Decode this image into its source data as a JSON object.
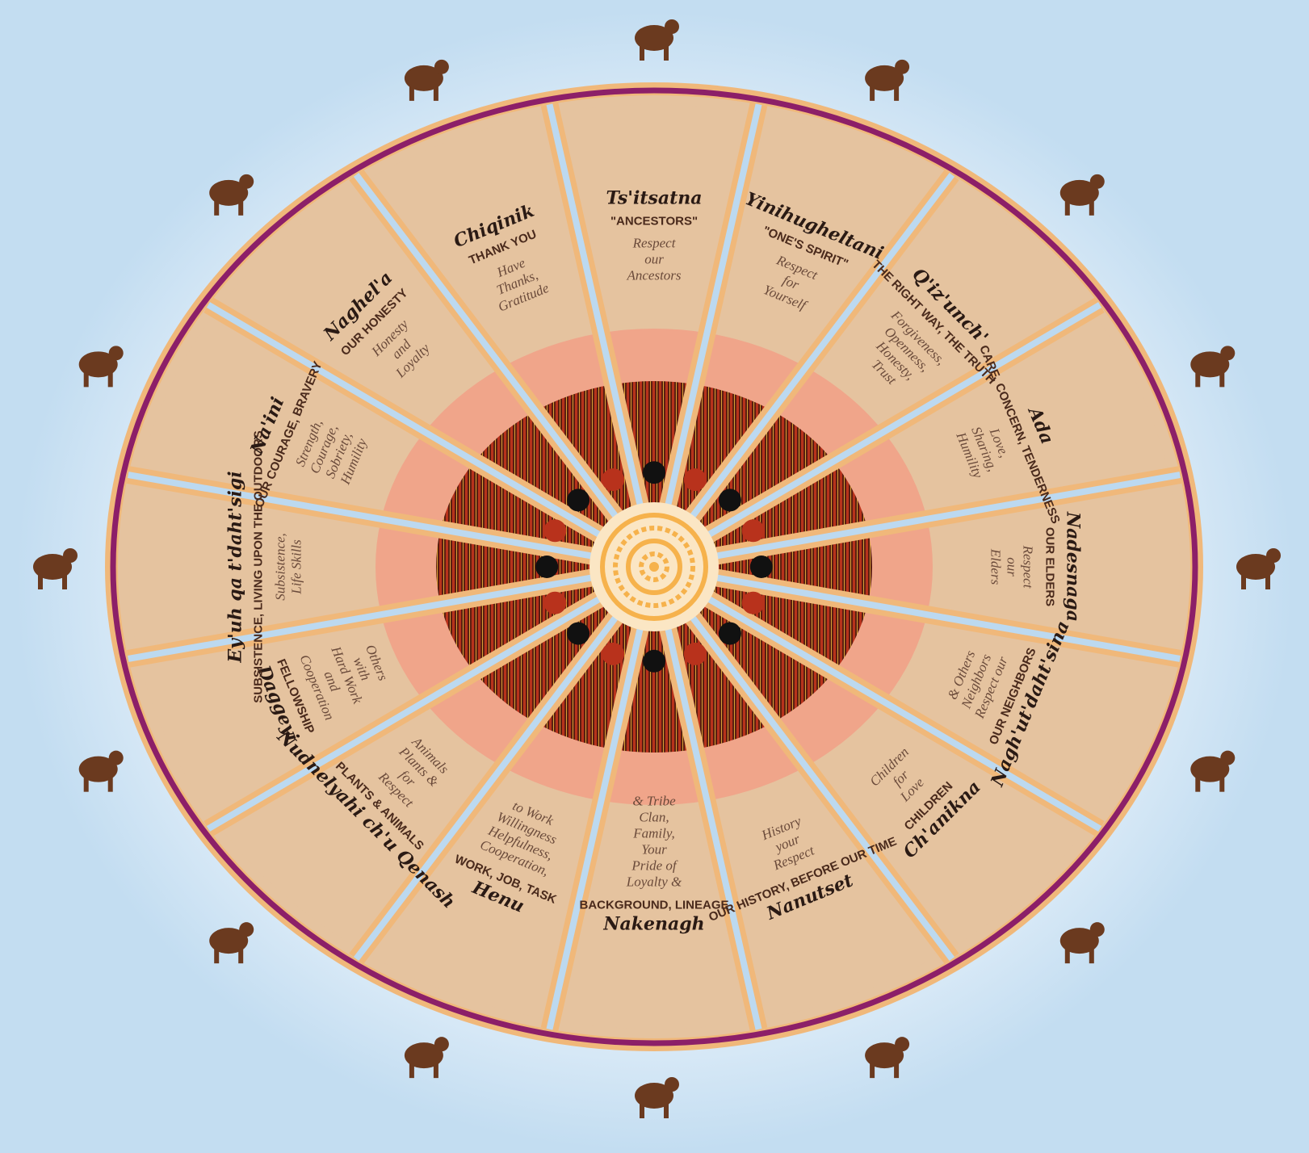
{
  "colors": {
    "background": "#c3ddf1",
    "cloud": "#e6f1fa",
    "cloud_shadow": "#8fbbe0",
    "rim": "#f0b87a",
    "ring_purple": "#8c1f68",
    "segment_fill": "#e5c39f",
    "divider_blue": "#bcd9f0",
    "salmon_ring": "#f0a58a",
    "pattern_dark": "#5a1e10",
    "pattern_red": "#b8321c",
    "pattern_gold": "#d7a238",
    "hub_ring": "#f6b24c",
    "animal": "#6b3a1f",
    "text_native": "#2a1a14",
    "text_english": "#4a2a1c",
    "text_desc": "#6a4a3a"
  },
  "segments": [
    {
      "native": "Ts'itsatna",
      "english": "\"ANCESTORS\"",
      "desc": [
        "Respect",
        "our",
        "Ancestors"
      ],
      "animal_icon": "caribou-icon"
    },
    {
      "native": "Yinihugheltani",
      "english": "\"ONE'S SPIRIT\"",
      "desc": [
        "Respect",
        "for",
        "Yourself"
      ],
      "animal_icon": "dog-icon"
    },
    {
      "native": "Q'iz'unch'",
      "english": "THE RIGHT WAY, THE TRUTH",
      "desc": [
        "Forgiveness,",
        "Openness,",
        "Honesty,",
        "Trust"
      ],
      "animal_icon": "turtle-icon"
    },
    {
      "native": "Ada",
      "english": "CARE, CONCERN, TENDERNESS",
      "desc": [
        "Love,",
        "Sharing,",
        "Humility"
      ],
      "animal_icon": "caribou-icon"
    },
    {
      "native": "Nadesnaga",
      "english": "OUR ELDERS",
      "desc": [
        "Respect",
        "our",
        "Elders"
      ],
      "animal_icon": "bear-icon"
    },
    {
      "native": "Nagh'ut'daht'sina",
      "english": "OUR NEIGHBORS",
      "desc": [
        "Respect our",
        "Neighbors",
        "& Others"
      ],
      "animal_icon": "hunter-icon"
    },
    {
      "native": "Ch'anikna",
      "english": "CHILDREN",
      "desc": [
        "Love",
        "for",
        "Children"
      ],
      "animal_icon": "hunter-icon"
    },
    {
      "native": "Nanutset",
      "english": "OUR HISTORY, BEFORE OUR TIME",
      "desc": [
        "Respect",
        "your",
        "History"
      ],
      "animal_icon": "turtle-icon"
    },
    {
      "native": "Nakenagh",
      "english": "BACKGROUND, LINEAGE",
      "desc": [
        "Loyalty &",
        "Pride of",
        "Your",
        "Family,",
        "Clan,",
        "& Tribe"
      ],
      "animal_icon": "caribou-icon"
    },
    {
      "native": "Henu",
      "english": "WORK, JOB, TASK",
      "desc": [
        "Cooperation,",
        "Helpfulness,",
        "Willingness",
        "to Work"
      ],
      "animal_icon": "hunter-icon"
    },
    {
      "native": "Nudnelyahi ch'u Qenash",
      "english": "PLANTS & ANIMALS",
      "desc": [
        "Respect",
        "for",
        "Plants &",
        "Animals"
      ],
      "animal_icon": "bear-icon"
    },
    {
      "native": "Daggeyi",
      "english": "FELLOWSHIP",
      "desc": [
        "Cooperation",
        "and",
        "Hard Work",
        "with",
        "Others"
      ],
      "animal_icon": "hunter-icon"
    },
    {
      "native": "Ey'uh qa t'daht'sigi",
      "english": "SUBSISTENCE, LIVING UPON THE OUTDOORS",
      "desc": [
        "Subsistence,",
        "Life Skills"
      ],
      "animal_icon": "turtle-icon"
    },
    {
      "native": "Na'ini",
      "english": "OUR COURAGE, BRAVERY",
      "desc": [
        "Strength,",
        "Courage,",
        "Sobriety,",
        "Humility"
      ],
      "animal_icon": "hunter-icon"
    },
    {
      "native": "Naghel'a",
      "english": "OUR HONESTY",
      "desc": [
        "Honesty",
        "and",
        "Loyalty"
      ],
      "animal_icon": "caribou-icon"
    },
    {
      "native": "Chiqinik",
      "english": "THANK YOU",
      "desc": [
        "Have",
        "Thanks,",
        "Gratitude"
      ],
      "animal_icon": "hunter-icon"
    }
  ]
}
